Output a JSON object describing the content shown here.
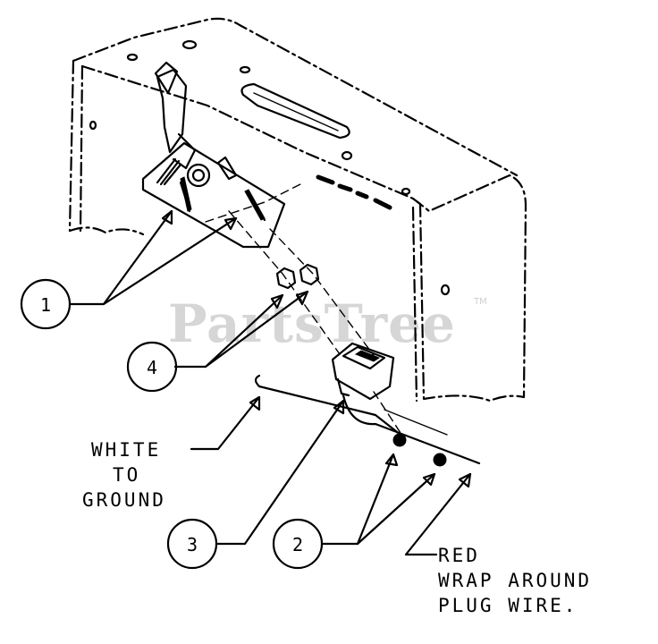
{
  "watermark": {
    "text": "PartsTree",
    "tm": "TM"
  },
  "callouts": [
    {
      "id": "1",
      "label": "1"
    },
    {
      "id": "2",
      "label": "2"
    },
    {
      "id": "3",
      "label": "3"
    },
    {
      "id": "4",
      "label": "4"
    }
  ],
  "notes": {
    "white_lines": [
      "WHITE",
      "TO",
      "GROUND"
    ],
    "red_lines": [
      "RED",
      "WRAP AROUND",
      "PLUG WIRE."
    ]
  },
  "colors": {
    "ink": "#000000",
    "paper": "#ffffff",
    "watermark": "#d6d6d6"
  }
}
